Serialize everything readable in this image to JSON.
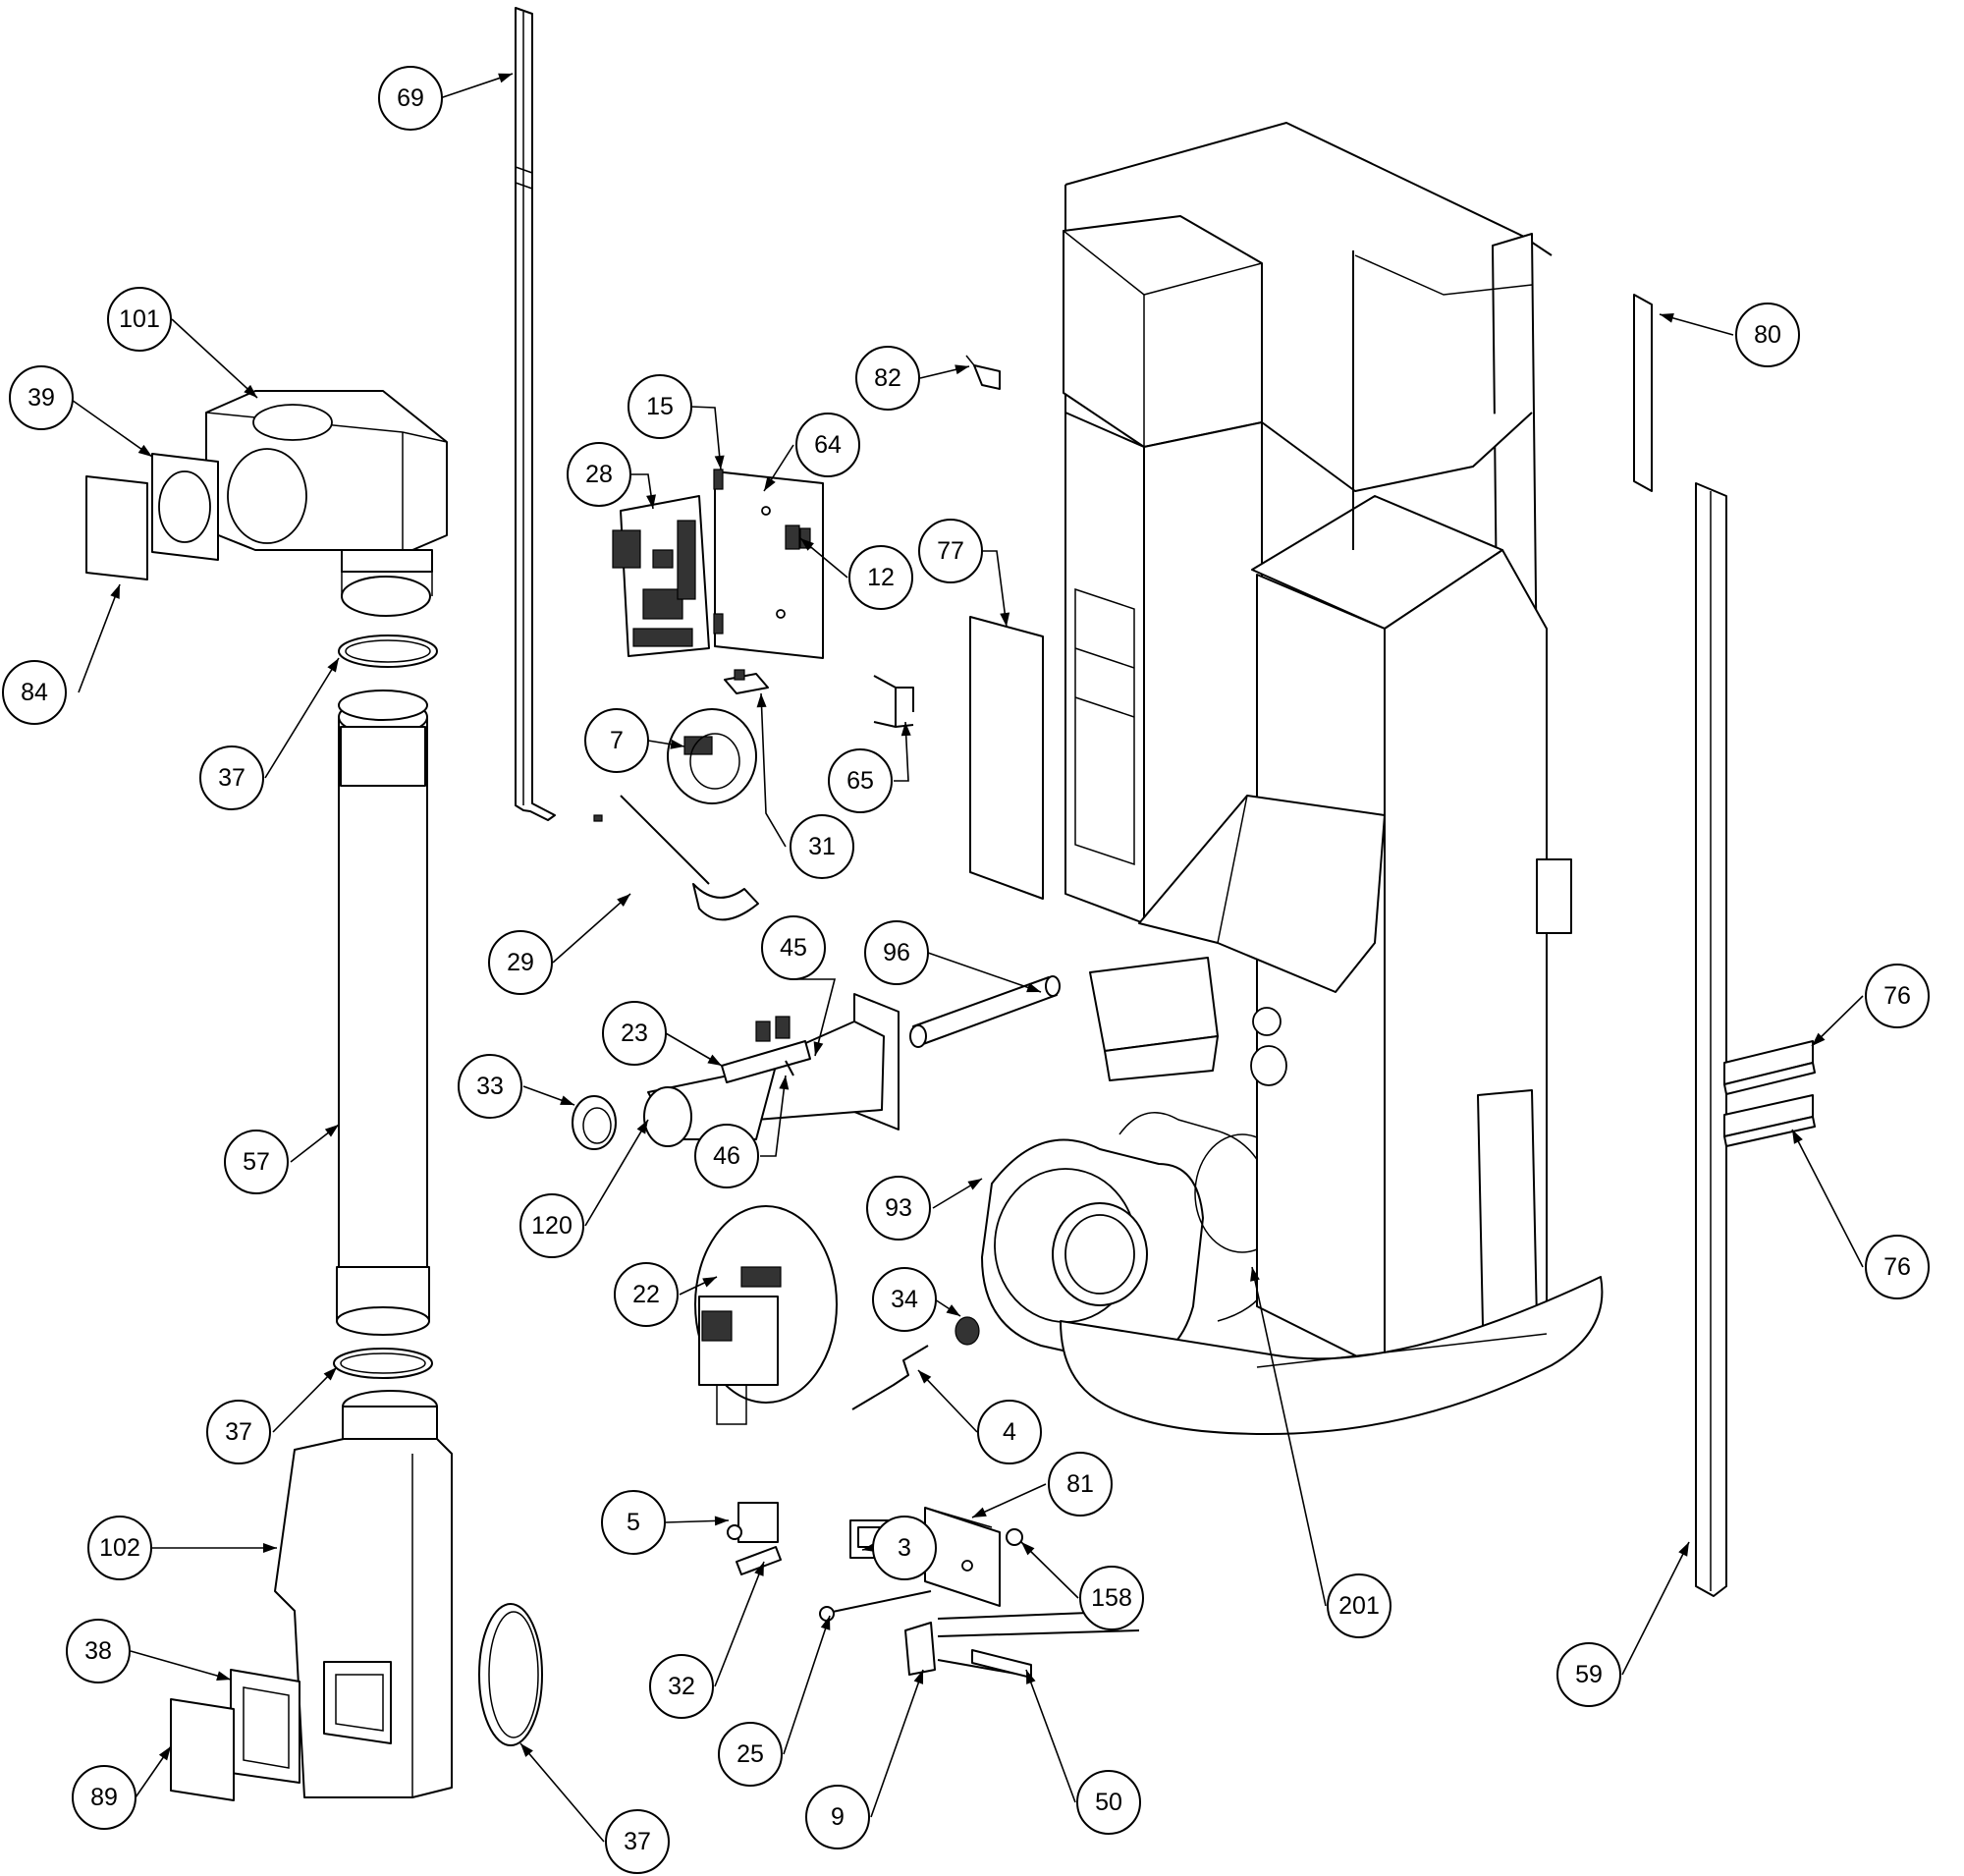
{
  "diagram": {
    "type": "exploded-parts-diagram",
    "colors": {
      "line": "#000000",
      "fill": "#ffffff"
    },
    "callouts": [
      {
        "label": "69"
      },
      {
        "label": "101"
      },
      {
        "label": "39"
      },
      {
        "label": "84"
      },
      {
        "label": "37"
      },
      {
        "label": "57"
      },
      {
        "label": "37"
      },
      {
        "label": "102"
      },
      {
        "label": "38"
      },
      {
        "label": "89"
      },
      {
        "label": "37"
      },
      {
        "label": "15"
      },
      {
        "label": "64"
      },
      {
        "label": "28"
      },
      {
        "label": "12"
      },
      {
        "label": "7"
      },
      {
        "label": "31"
      },
      {
        "label": "65"
      },
      {
        "label": "82"
      },
      {
        "label": "77"
      },
      {
        "label": "29"
      },
      {
        "label": "45"
      },
      {
        "label": "96"
      },
      {
        "label": "23"
      },
      {
        "label": "33"
      },
      {
        "label": "46"
      },
      {
        "label": "120"
      },
      {
        "label": "93"
      },
      {
        "label": "22"
      },
      {
        "label": "34"
      },
      {
        "label": "4"
      },
      {
        "label": "81"
      },
      {
        "label": "5"
      },
      {
        "label": "3"
      },
      {
        "label": "158"
      },
      {
        "label": "201"
      },
      {
        "label": "32"
      },
      {
        "label": "25"
      },
      {
        "label": "9"
      },
      {
        "label": "50"
      },
      {
        "label": "80"
      },
      {
        "label": "76"
      },
      {
        "label": "76"
      },
      {
        "label": "59"
      }
    ]
  }
}
